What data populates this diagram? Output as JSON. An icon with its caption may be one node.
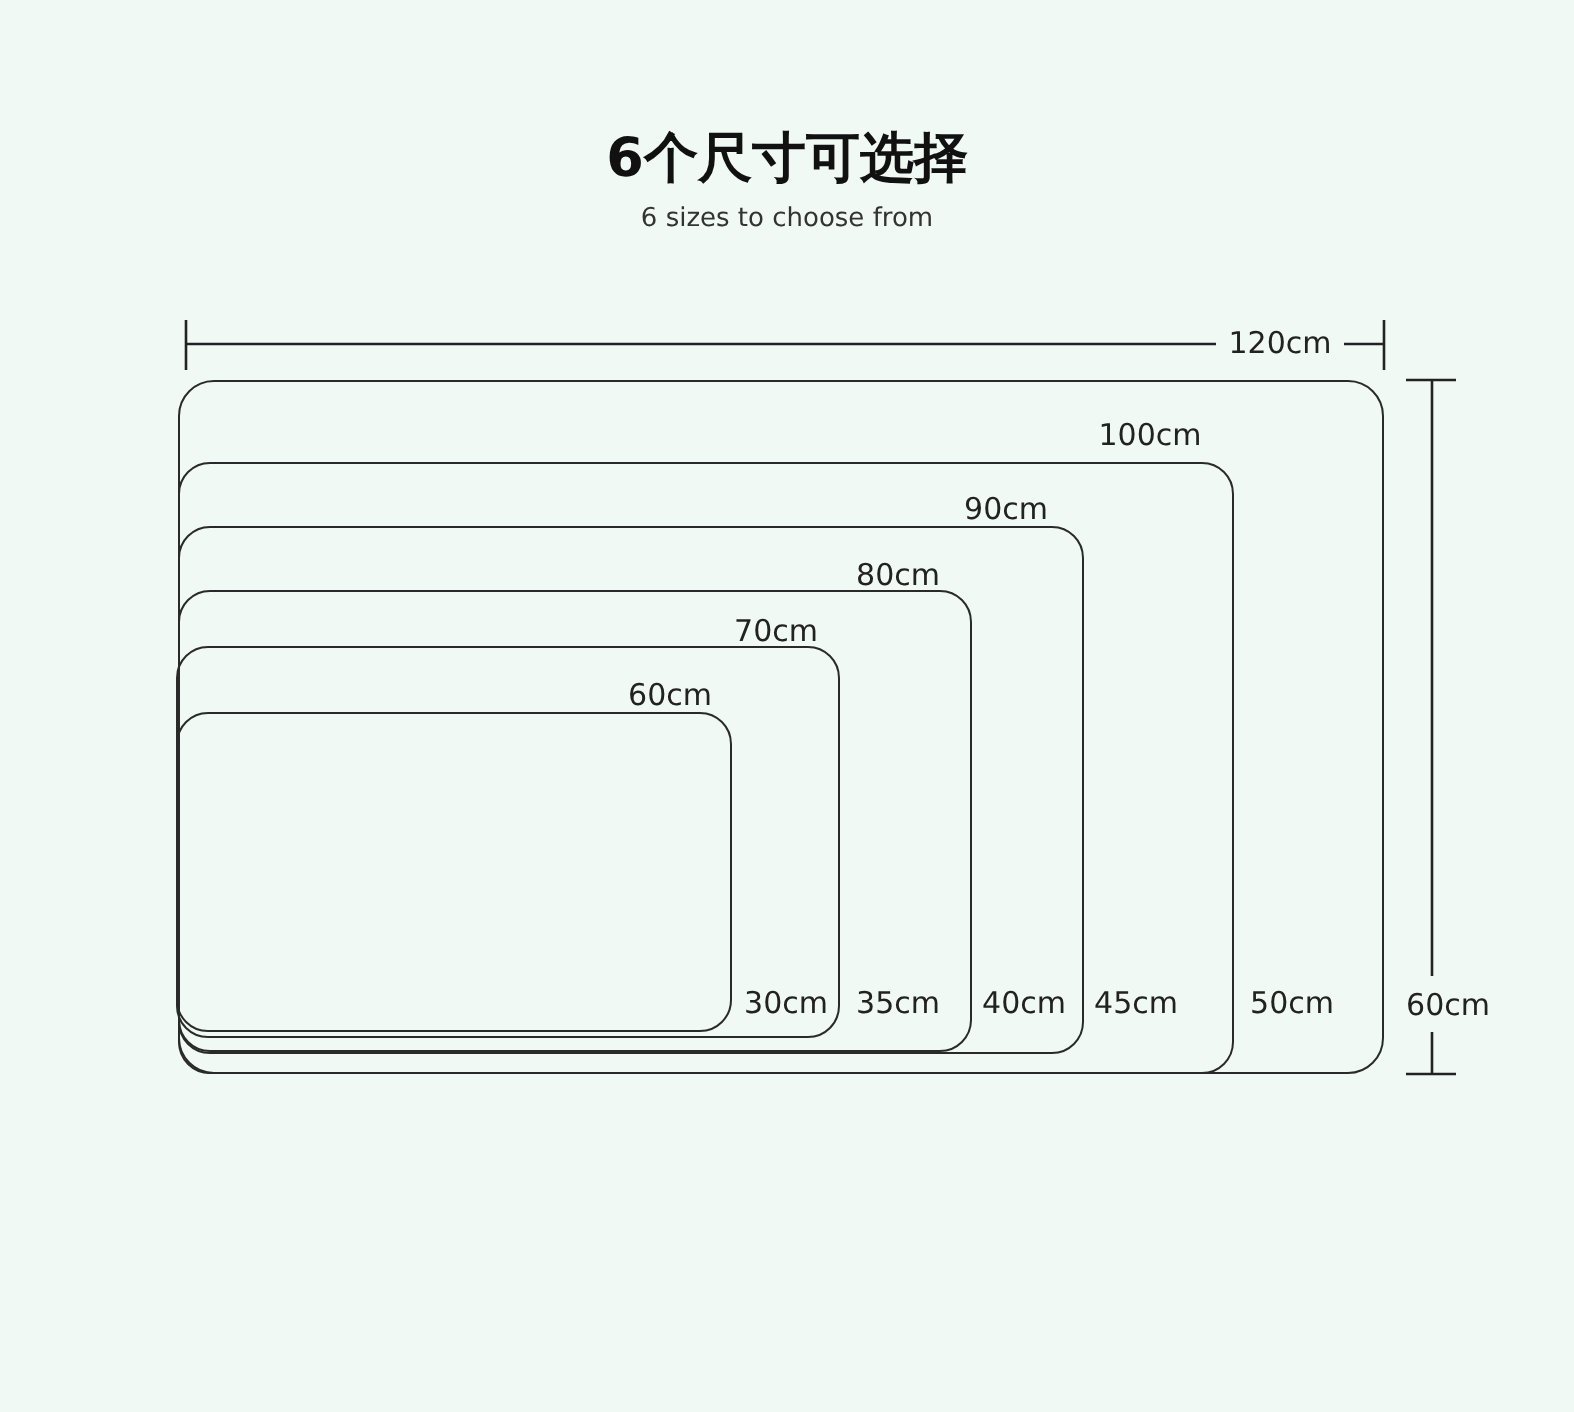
{
  "diagram": {
    "title": "6个尺寸可选择",
    "caption": "6 sizes to choose from",
    "nodes": [
      {
        "text": [],
        "shape": "box"
      },
      {
        "text": [],
        "shape": "box",
        "in": 0
      },
      {
        "text": [],
        "shape": "box",
        "in": 1
      },
      {
        "text": [],
        "shape": "box",
        "in": 2
      },
      {
        "text": [],
        "shape": "box",
        "in": 3
      },
      {
        "text": [],
        "shape": "box",
        "in": 4
      }
    ],
    "edges": [],
    "labels": [
      "120cm",
      "100cm",
      "90cm",
      "80cm",
      "70cm",
      "60cm",
      "30cm",
      "35cm",
      "40cm",
      "45cm",
      "50cm",
      "60cm"
    ]
  }
}
